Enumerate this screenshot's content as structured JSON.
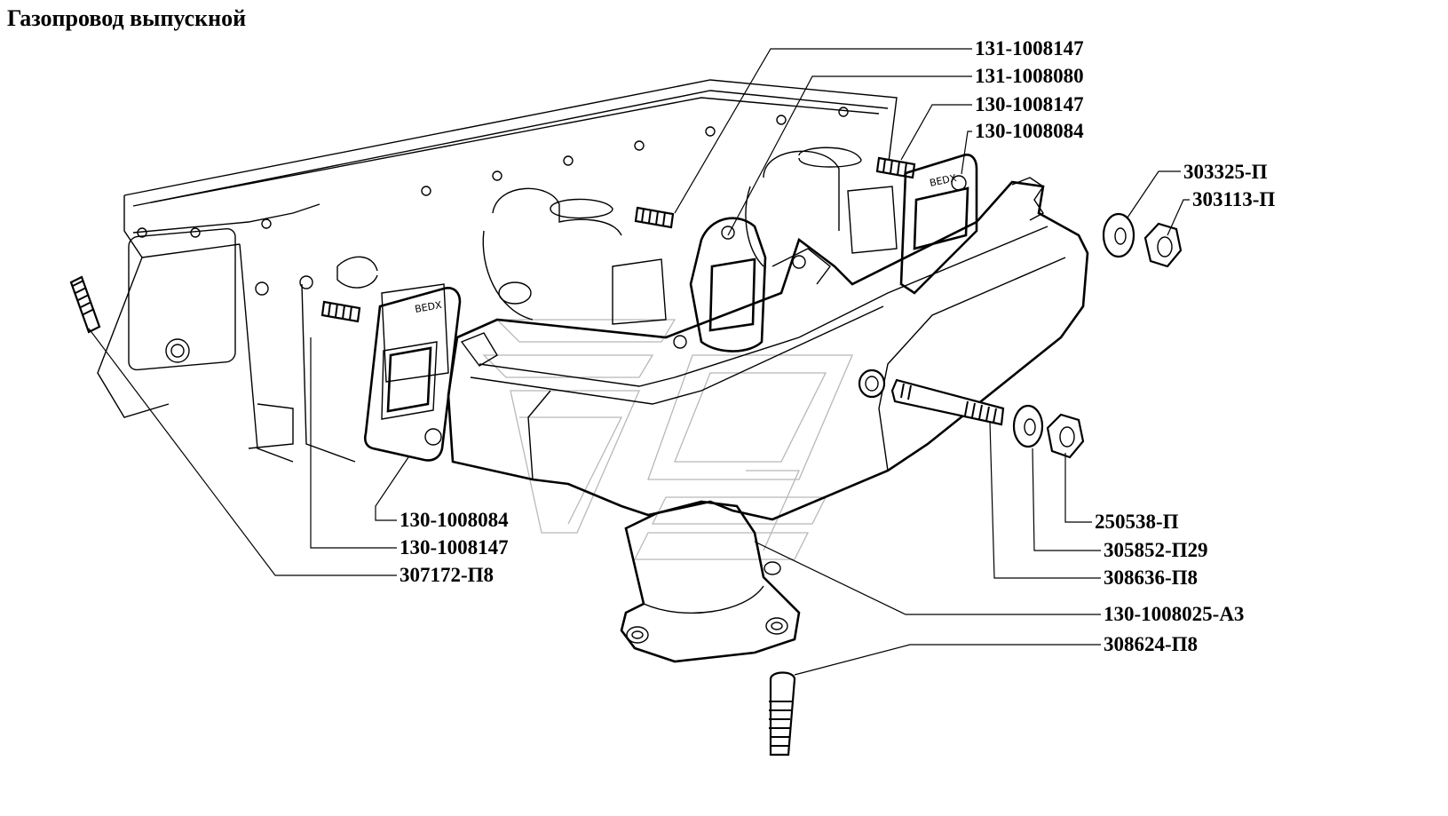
{
  "title": "Газопровод выпускной",
  "labels": {
    "l1": "131-1008147",
    "l2": "131-1008080",
    "l3": "130-1008147",
    "l4": "130-1008084",
    "l5": "303325-П",
    "l6": "303113-П",
    "l7": "130-1008084",
    "l8": "130-1008147",
    "l9": "307172-П8",
    "l10": "250538-П",
    "l11": "305852-П29",
    "l12": "308636-П8",
    "l13": "130-1008025-А3",
    "l14": "308624-П8"
  },
  "gasket_marking": "BEDX"
}
